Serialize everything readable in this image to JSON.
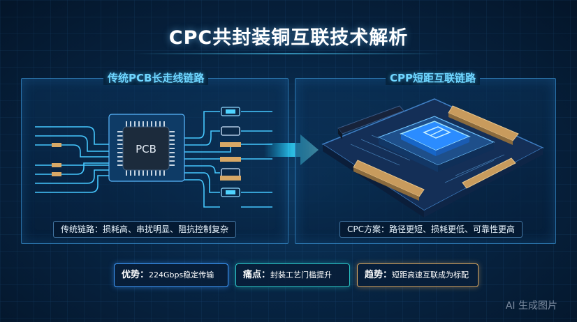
{
  "title": "CPC共封装铜互联技术解析",
  "left_panel": {
    "title": "传统PCB长走线链路",
    "chip_label": "PCB",
    "caption": "传统链路：损耗高、串扰明显、阻抗控制复杂"
  },
  "right_panel": {
    "title": "CPP短距互联链路",
    "caption": "CPC方案：路径更短、损耗更低、可靠性更高"
  },
  "badges": {
    "advantage_label": "优势：",
    "advantage_text": "224Gbps稳定传输",
    "pain_label": "痛点：",
    "pain_text": "封装工艺门槛提升",
    "trend_label": "趋势：",
    "trend_text": "短距高速互联成为标配"
  },
  "watermark": "AI 生成图片",
  "colors": {
    "accent_cyan": "#4fd3ff",
    "advantage_border": "#3f9bff",
    "pain_border": "#2cc9c9",
    "trend_border": "#d6a560"
  },
  "icons": {
    "arrow": "right-arrow-icon",
    "chip": "chip-icon"
  }
}
